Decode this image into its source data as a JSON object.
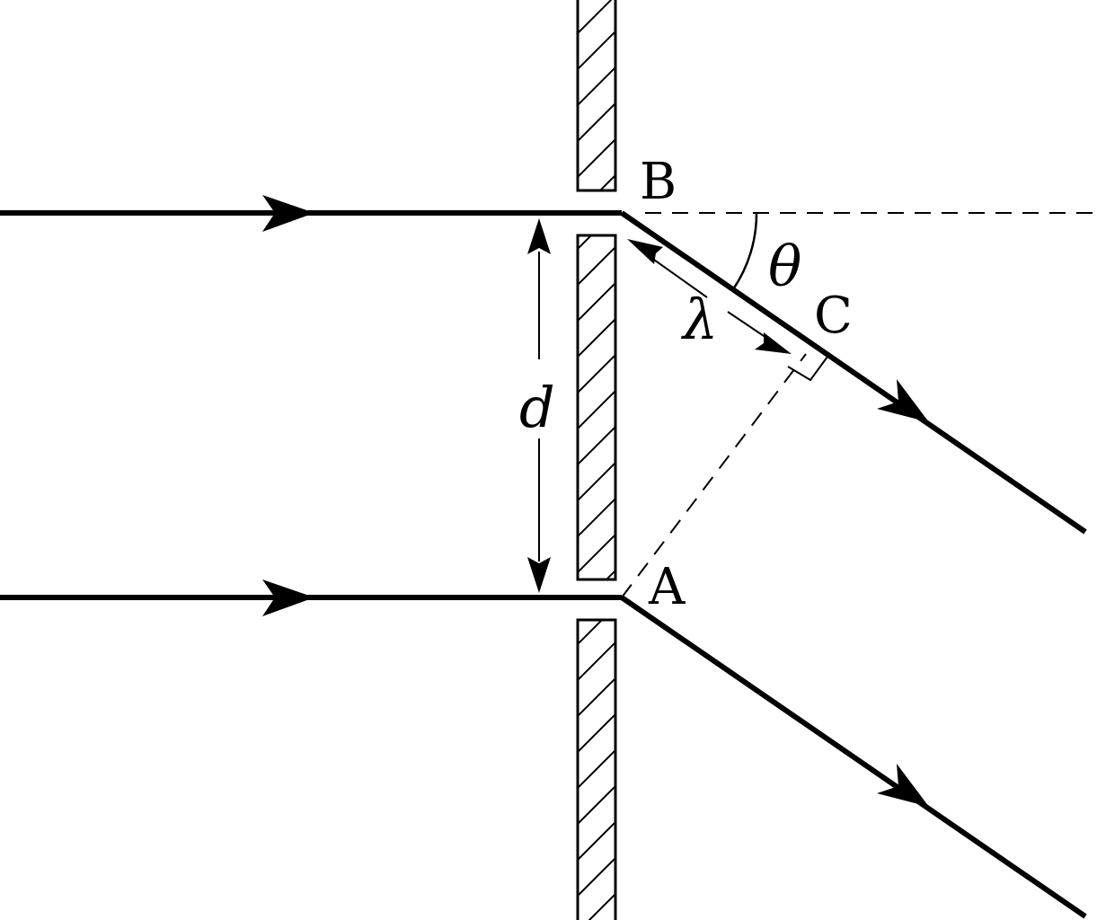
{
  "labels": {
    "point_b": "B",
    "point_a": "A",
    "point_c": "C",
    "angle": "θ",
    "wavelength": "λ",
    "separation": "d"
  },
  "colors": {
    "ink": "#000000",
    "background": "#ffffff"
  }
}
